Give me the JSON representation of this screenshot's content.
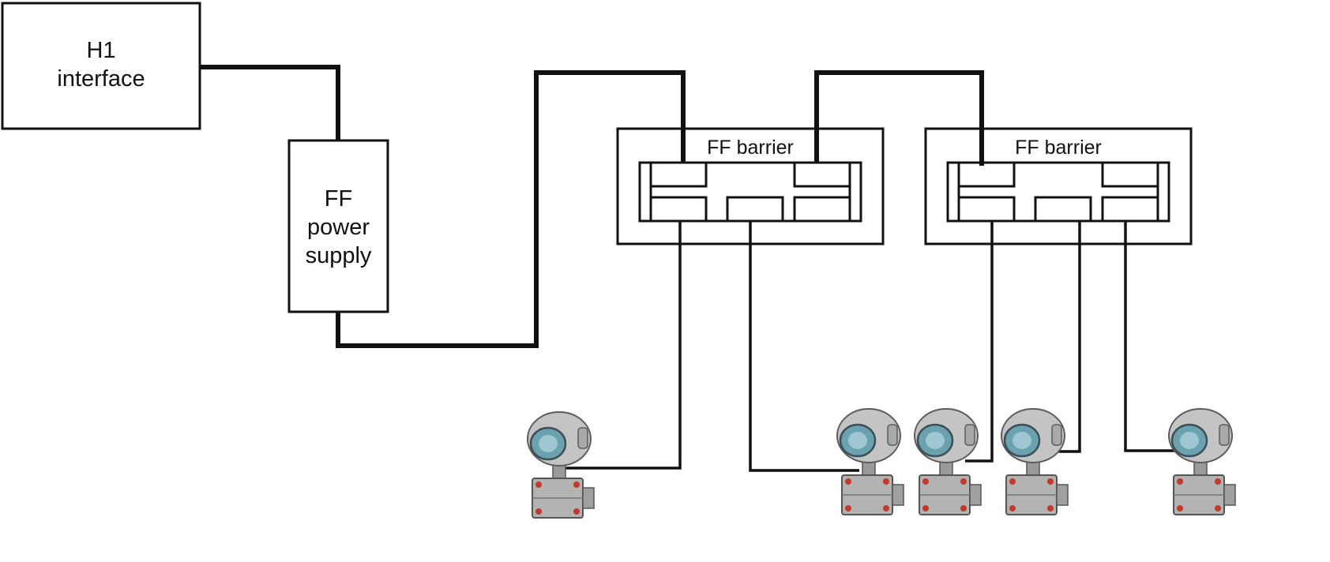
{
  "h1_interface": {
    "line1": "H1",
    "line2": "interface"
  },
  "power_supply": {
    "line1": "FF",
    "line2": "power",
    "line3": "supply"
  },
  "barriers": [
    {
      "label": "FF barrier"
    },
    {
      "label": "FF barrier"
    }
  ],
  "colors": {
    "line": "#111111",
    "device_body": "#b9b9b9",
    "device_lens": "#6aa2b0",
    "device_bolt": "#c0392b"
  },
  "device_icon": "field-transmitter-icon"
}
